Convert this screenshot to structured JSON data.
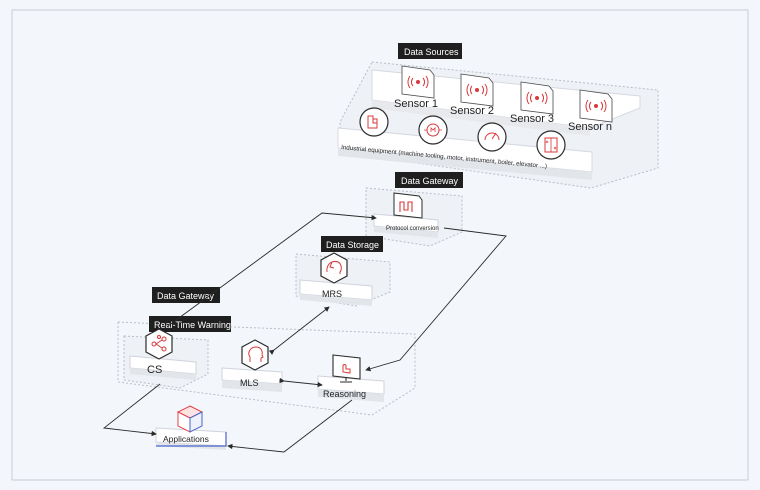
{
  "colors": {
    "background": "#f3f6fb",
    "frame": "#c9ced6",
    "icon_red": "#d9383a",
    "tag_bg": "#1f1f1f",
    "tag_text": "#ffffff",
    "line": "#2b2b2b",
    "app_cube_blue": "#4a63c9",
    "app_cube_red": "#e0454b"
  },
  "sections": {
    "data_sources": "Data Sources",
    "data_gateway_top": "Data Gateway",
    "data_storage": "Data Storage",
    "data_gateway_left": "Data Gateway",
    "real_time_warning": "Real-Time Warning"
  },
  "sensors": [
    {
      "label": "Sensor 1",
      "icon": "wireless-signal-icon"
    },
    {
      "label": "Sensor 2",
      "icon": "wireless-signal-icon"
    },
    {
      "label": "Sensor 3",
      "icon": "wireless-signal-icon"
    },
    {
      "label": "Sensor n",
      "icon": "wireless-signal-icon"
    }
  ],
  "equipment": {
    "label": "Industrial equipment (machine tooling, motor, instrument, boiler, elevator ...)",
    "icons": [
      "machine-tool-icon",
      "motor-icon",
      "gauge-icon",
      "elevator-icon"
    ]
  },
  "nodes": {
    "protocol_conversion": "Protocol conversion",
    "mrs": "MRS",
    "cs": "CS",
    "mls": "MLS",
    "reasoning": "Reasoning",
    "applications": "Applications"
  }
}
